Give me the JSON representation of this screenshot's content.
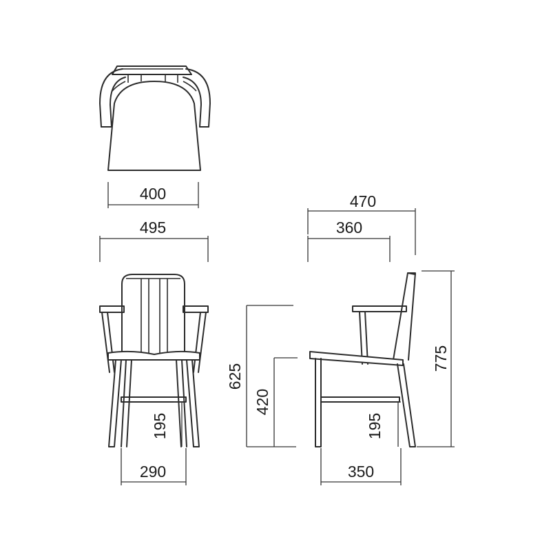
{
  "dimensions": {
    "seat_width": "400",
    "overall_width": "495",
    "overall_depth": "470",
    "armrest_depth": "360",
    "arm_height": "625",
    "seat_height": "420",
    "stretcher_height_front": "195",
    "stretcher_height_side": "195",
    "total_height": "775",
    "front_leg_span": "290",
    "side_leg_span": "350"
  },
  "colors": {
    "line": "#2b2b2b",
    "text": "#1a1a1a",
    "background": "#ffffff"
  }
}
